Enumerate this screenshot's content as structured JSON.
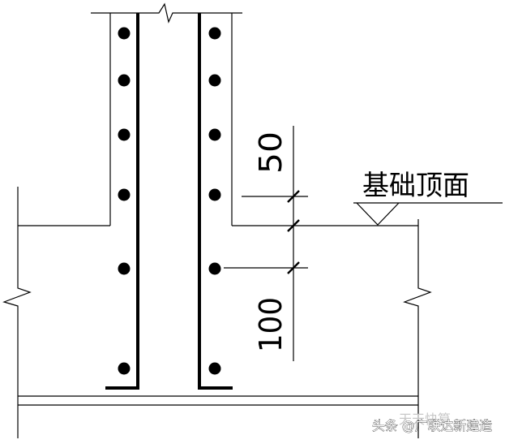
{
  "labels": {
    "foundation_top": "基础顶面",
    "dim_upper": "50",
    "dim_lower": "100"
  },
  "watermark": {
    "faint_text": "天天快算",
    "main_text": "头条 @广联达新建造"
  },
  "colors": {
    "line": "#000000",
    "background": "#ffffff",
    "watermark_faint": "#c8c8c8",
    "watermark_main": "#ffffff"
  }
}
